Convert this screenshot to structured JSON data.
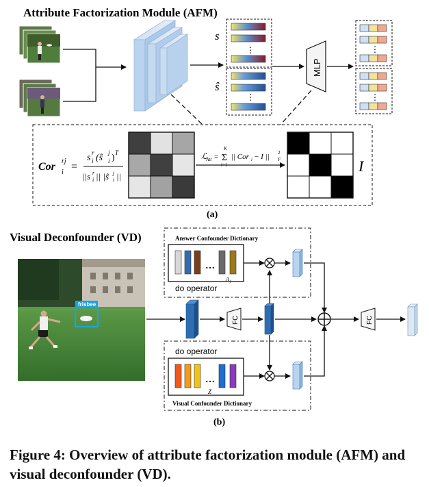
{
  "afm": {
    "title": "Attribute Factorization Module (AFM)",
    "label_s": "s",
    "label_s_hat": "ŝ",
    "dots": "⋮",
    "mlp": "MLP",
    "formula_lhs": "Cor",
    "formula_lhs_sup": "rj",
    "formula_lhs_sub": "i",
    "formula_eq": "=",
    "formula_num": "s",
    "formula_num_sup": "r",
    "formula_num_sub": "i",
    "formula_num_rest": "(ŝ",
    "formula_num_rest_sup": "j",
    "formula_num_rest_sub": "i",
    "formula_num_T": ")",
    "formula_T": "T",
    "formula_den": "||s",
    "formula_den_sup": "r",
    "formula_den_sub": "i",
    "formula_den_mid": "|| |ŝ",
    "formula_den_mid2": "j",
    "formula_den_sub2": "i",
    "formula_den_end": "||",
    "loss_L": "ℒ",
    "loss_sub": "Att",
    "loss_eq": "=",
    "loss_sum": "Σ",
    "loss_sum_top": "K",
    "loss_sum_bot": "i=1",
    "loss_body": "|| Cor",
    "loss_body_sub": "i",
    "loss_body_mid": " − I ||",
    "loss_body_sup": "2",
    "loss_body_F": "F",
    "identity_label": "I",
    "panel_label": "(a)"
  },
  "vd": {
    "title": "Visual Deconfounder (VD)",
    "photo_label": "frisbee",
    "answer_dict_title": "Answer Confounder Dictionary",
    "visual_dict_title": "Visual Confounder Dictionary",
    "do_operator_top": "do operator",
    "do_operator_bottom": "do operator",
    "answer_index": "A",
    "answer_index_sub": "j",
    "visual_index": "Z",
    "dots": "…",
    "fc1": "FC",
    "fc2": "FC",
    "otimes": "⊗",
    "oplus": "⊕",
    "panel_label": "(b)"
  },
  "caption": {
    "text": "Figure 4: Overview of attribute factorization module (AFM) and visual deconfounder (VD)."
  },
  "colors": {
    "feature_blue": "#b9d4ee",
    "deep_blue": "#2f6db0",
    "light_blue": "#c8dcf0",
    "dark_cell": "#3d3d3d",
    "mid_cell": "#a8a8a8",
    "light_cell": "#e6e6e6"
  }
}
